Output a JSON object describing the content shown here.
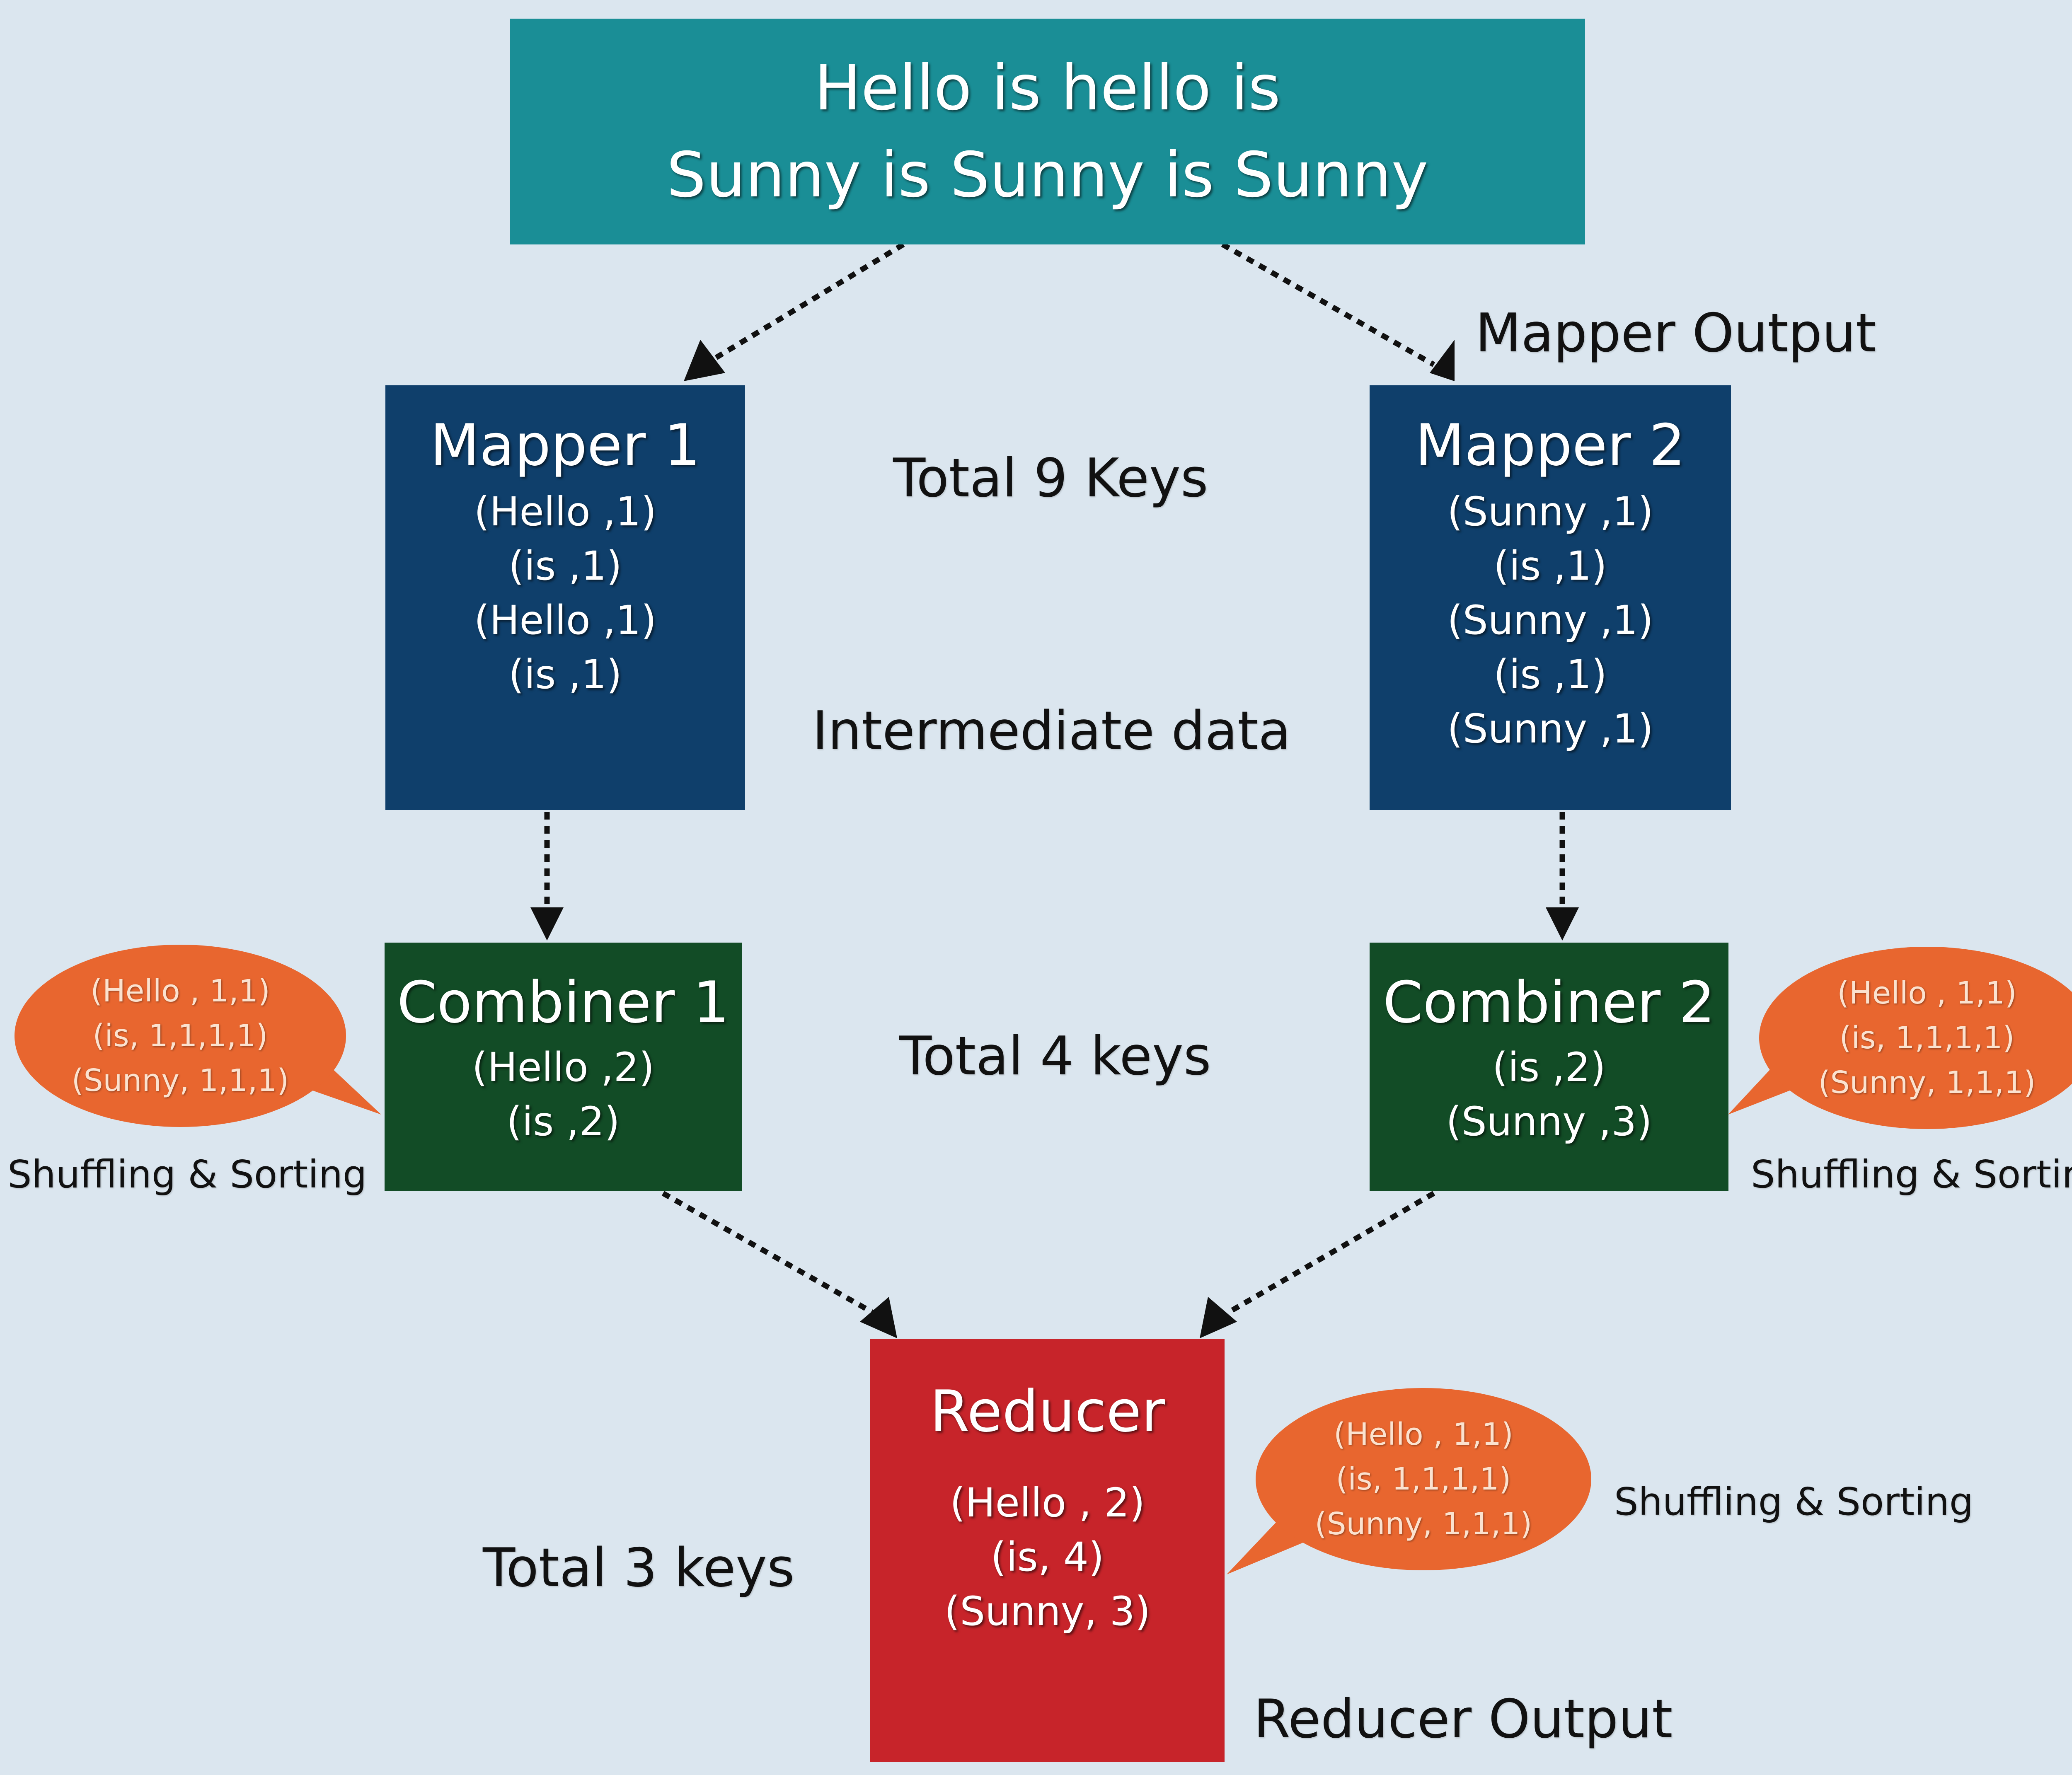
{
  "colors": {
    "background": "#dbe6ef",
    "input_box": "#1a8e96",
    "mapper_box": "#0f3f6b",
    "combiner_box": "#124c26",
    "reducer_box": "#c7242a",
    "bubble": "#e8662f",
    "arrow": "#111111"
  },
  "input": {
    "lines": [
      "Hello is hello is",
      "Sunny is Sunny is Sunny"
    ]
  },
  "mapper1": {
    "title": "Mapper 1",
    "lines": [
      "(Hello ,1)",
      "(is ,1)",
      "(Hello ,1)",
      "(is ,1)"
    ]
  },
  "mapper2": {
    "title": "Mapper 2",
    "lines": [
      "(Sunny ,1)",
      "(is ,1)",
      "(Sunny ,1)",
      "(is ,1)",
      "(Sunny ,1)"
    ]
  },
  "combiner1": {
    "title": "Combiner 1",
    "lines": [
      "(Hello ,2)",
      "(is ,2)"
    ]
  },
  "combiner2": {
    "title": "Combiner 2",
    "lines": [
      "(is ,2)",
      "(Sunny ,3)"
    ]
  },
  "reducer": {
    "title": "Reducer",
    "lines": [
      "(Hello , 2)",
      "(is, 4)",
      "(Sunny, 3)"
    ]
  },
  "labels": {
    "mapper_output": "Mapper Output",
    "total_9_keys": "Total 9 Keys",
    "intermediate_data": "Intermediate data",
    "total_4_keys": "Total 4 keys",
    "total_3_keys": "Total 3 keys",
    "reducer_output": "Reducer Output",
    "shuffling_left": "Shuffling & Sorting",
    "shuffling_right": "Shuffling & Sorting",
    "shuffling_bottom": "Shuffling & Sorting"
  },
  "bubbles": {
    "left": [
      "(Hello , 1,1)",
      "(is, 1,1,1,1)",
      "(Sunny, 1,1,1)"
    ],
    "right": [
      "(Hello , 1,1)",
      "(is, 1,1,1,1)",
      "(Sunny, 1,1,1)"
    ],
    "bottom": [
      "(Hello , 1,1)",
      "(is, 1,1,1,1)",
      "(Sunny, 1,1,1)"
    ]
  }
}
